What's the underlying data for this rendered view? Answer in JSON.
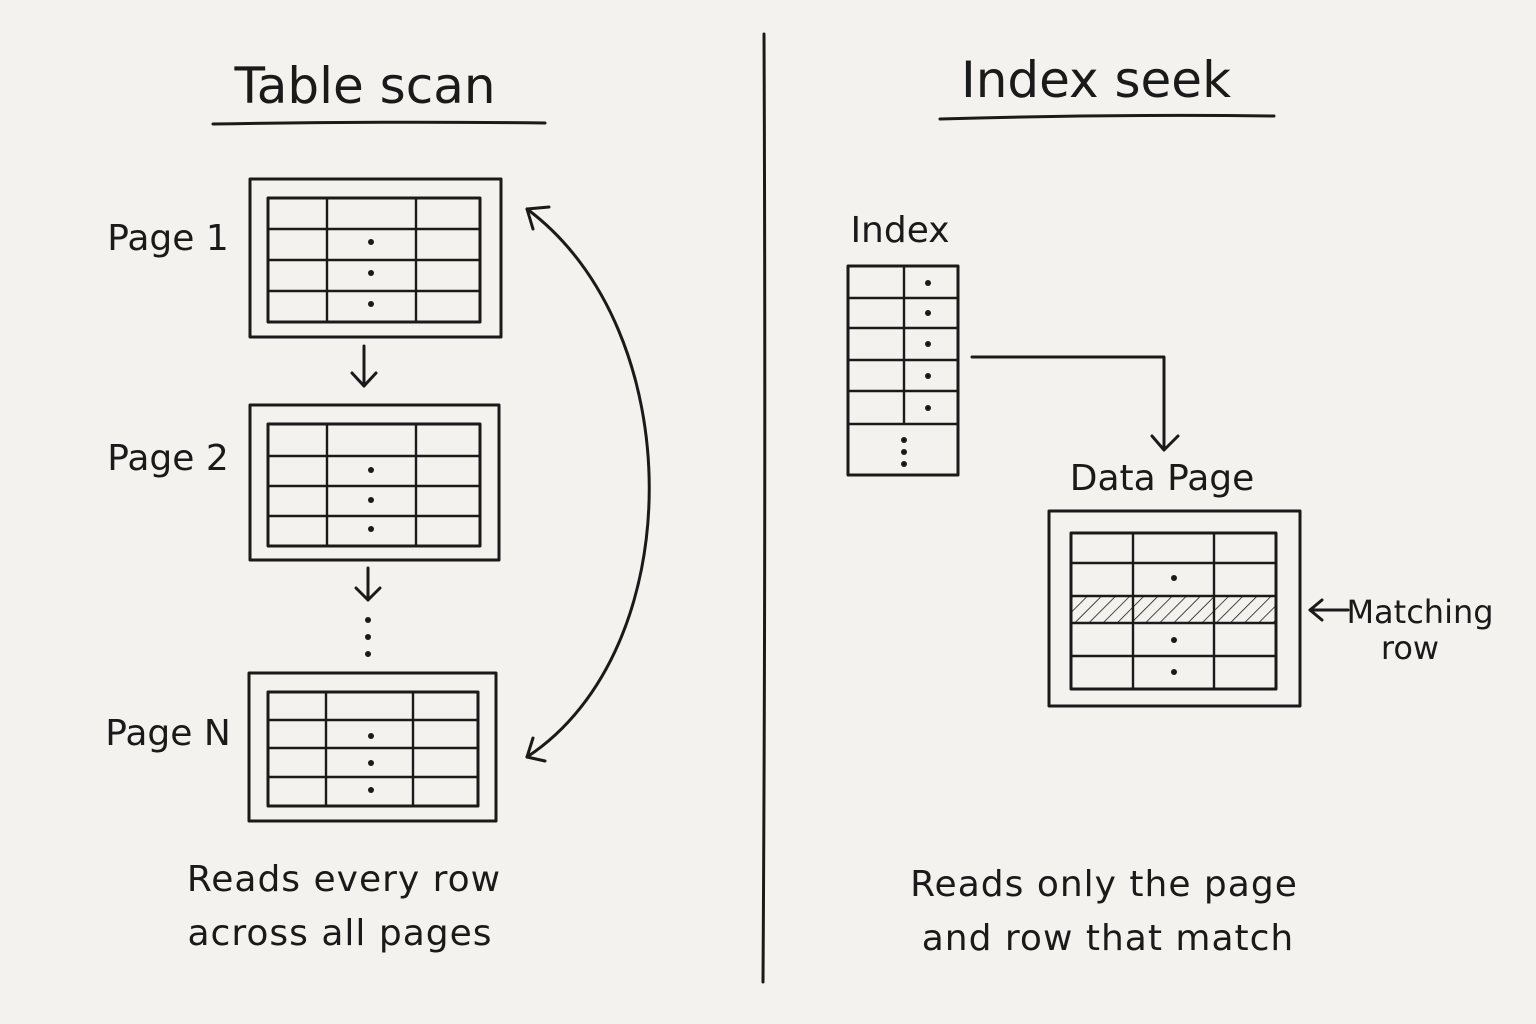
{
  "left_panel": {
    "title": "Table scan",
    "pages": [
      {
        "label": "Page 1"
      },
      {
        "label": "Page 2"
      },
      {
        "label": "Page N"
      }
    ],
    "caption_line1": "Reads every row",
    "caption_line2": "across all pages"
  },
  "right_panel": {
    "title": "Index seek",
    "index_label": "Index",
    "data_page_label": "Data Page",
    "annotation_line1": "Matching",
    "annotation_line2": "row",
    "caption_line1": "Reads only the page",
    "caption_line2": "and row that match"
  }
}
